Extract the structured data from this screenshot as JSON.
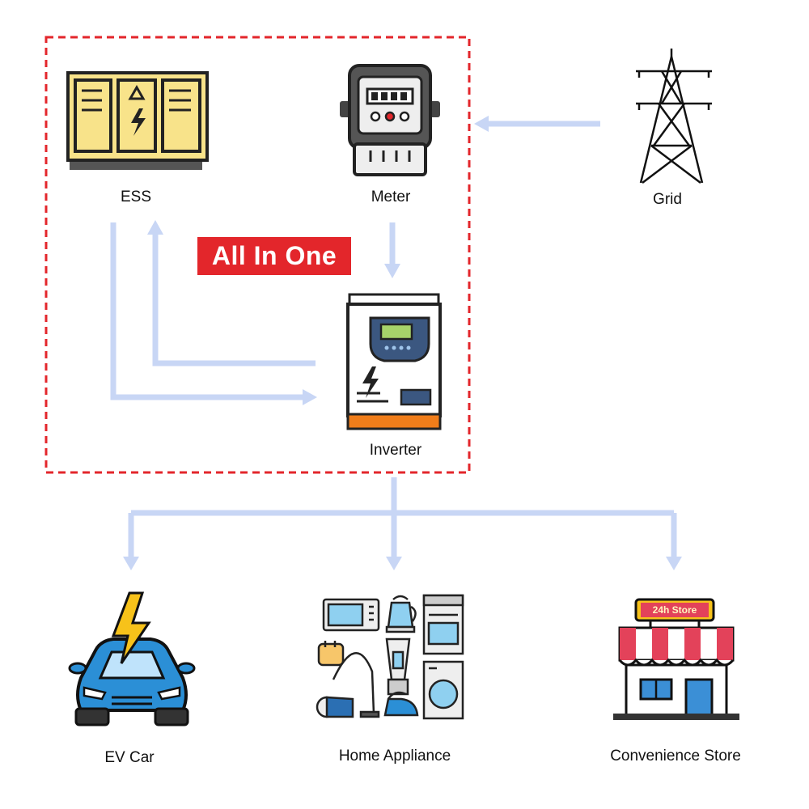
{
  "badge": {
    "text": "All In One"
  },
  "nodes": {
    "ess": "ESS",
    "meter": "Meter",
    "grid": "Grid",
    "inverter": "Inverter",
    "ev_car": "EV Car",
    "home_appliance": "Home Appliance",
    "convenience_store": "Convenience Store"
  },
  "store_sign": "24h Store",
  "colors": {
    "boundary": "#e3262b",
    "arrow": "#c8d6f5",
    "ess_fill": "#f8e38a",
    "inverter_accent": "#f07d1a",
    "car": "#2b8fd6",
    "bolt": "#f7c21a",
    "awning": "#e3425a"
  }
}
